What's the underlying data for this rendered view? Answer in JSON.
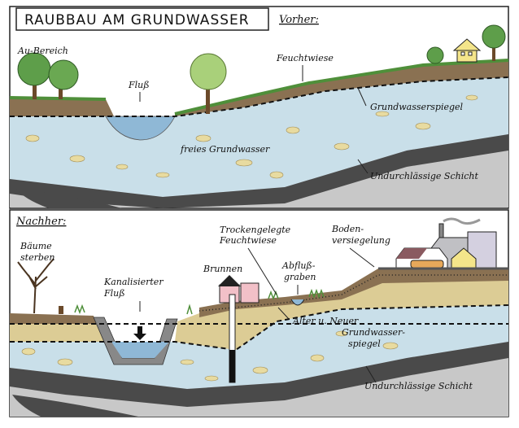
{
  "title": "RAUBBAU AM GRUNDWASSER",
  "before": {
    "heading": "Vorher:",
    "labels": {
      "floodplain": "Au-Bereich",
      "river": "Fluß",
      "wet_meadow": "Feuchtwiese",
      "water_table": "Grundwasserspiegel",
      "free_groundwater": "freies Grundwasser",
      "impermeable_layer": "Undurchlässige Schicht"
    }
  },
  "after": {
    "heading": "Nachher:",
    "labels": {
      "trees_dying_1": "Bäume",
      "trees_dying_2": "sterben",
      "channelized_river_1": "Kanalisierter",
      "channelized_river_2": "Fluß",
      "well": "Brunnen",
      "drained_meadow_1": "Trockengelegte",
      "drained_meadow_2": "Feuchtwiese",
      "drain_ditch_1": "Abfluß-",
      "drain_ditch_2": "graben",
      "sealing_1": "Boden-",
      "sealing_2": "versiegelung",
      "water_table_1": "Alter u. Neuer",
      "water_table_2": "Grundwasser-",
      "water_table_3": "spiegel",
      "impermeable_layer": "Undurchlässige Schicht"
    }
  },
  "colors": {
    "soil": "#8a7152",
    "sand": "#dccc95",
    "groundwater": "#c9dfe9",
    "river": "#8fb8d6",
    "impermeable": "#4a4a4a",
    "bedrock": "#c8c8c8",
    "grass": "#4f8f3a",
    "tree": "#5e9e4a"
  }
}
